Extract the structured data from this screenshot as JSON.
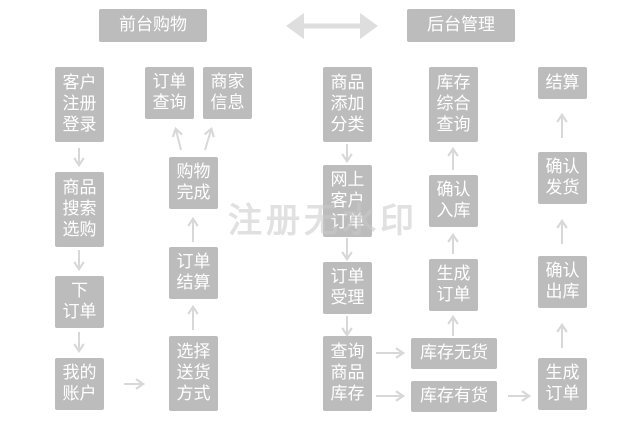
{
  "headers": {
    "front": "前台购物",
    "back": "后台管理"
  },
  "nodes": {
    "register": "客户\n注册\n登录",
    "search": "商品\n搜索\n选购",
    "order": "下\n订单",
    "account": "我的\n账户",
    "order_query": "订单\n查询",
    "merchant": "商家\n信息",
    "purchase_done": "购物\n完成",
    "checkout": "订单\n结算",
    "shipping": "选择\n送货\n方式",
    "add_category": "商品\n添加\n分类",
    "online_order": "网上\n客户\n订单",
    "order_accept": "订单\n受理",
    "stock_query": "查询\n商品\n库存",
    "inventory_query": "库存\n综合\n查询",
    "confirm_in": "确认\n入库",
    "gen_order_a": "生成\n订单",
    "out_of_stock": "库存无货",
    "in_stock": "库存有货",
    "settle": "结算",
    "confirm_ship": "确认\n发货",
    "confirm_out": "确认\n出库",
    "gen_order_b": "生成\n订单"
  },
  "watermark": "注册无水印",
  "colors": {
    "box": "#bcbcbc",
    "arrow": "#d8d8d8",
    "text": "#ffffff"
  }
}
